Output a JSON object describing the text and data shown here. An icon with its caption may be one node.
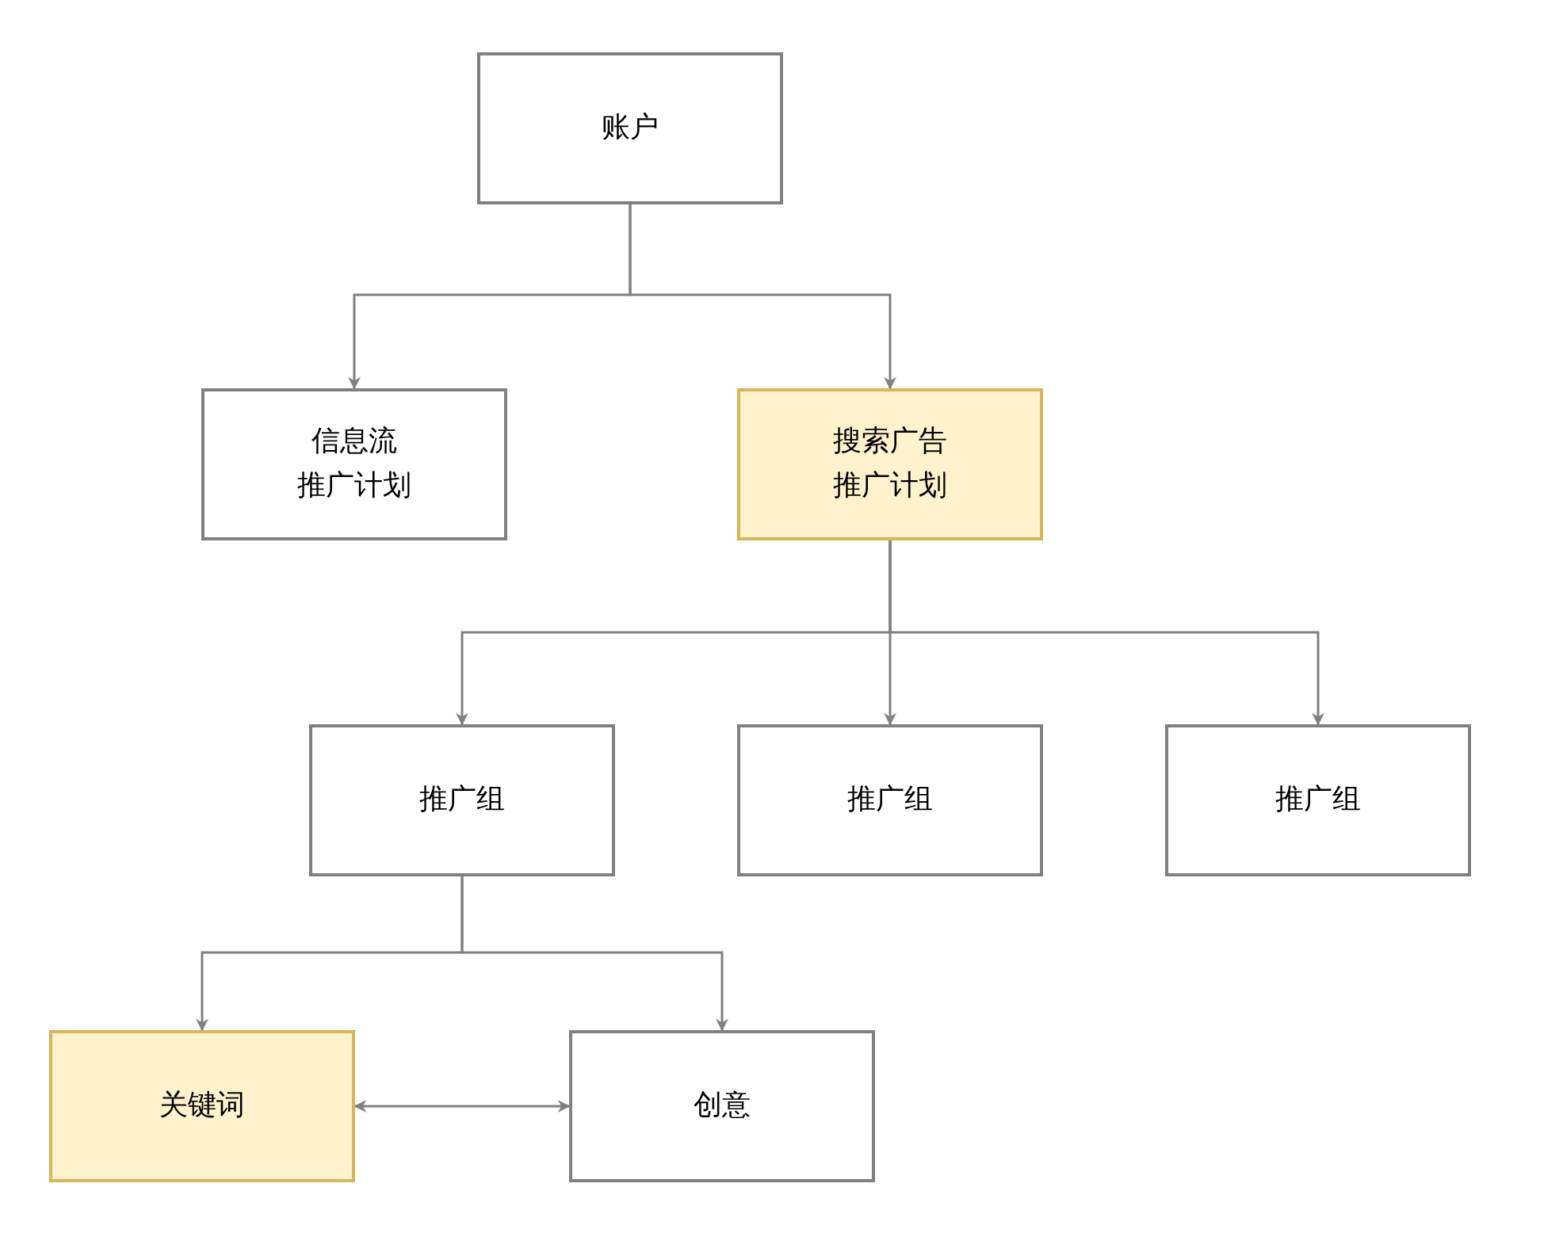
{
  "diagram": {
    "nodes": [
      {
        "text": [
          "账户"
        ]
      },
      {
        "text": [
          "信息流",
          "推广计划"
        ]
      },
      {
        "text": [
          "搜索广告",
          "推广计划"
        ]
      },
      {
        "text": [
          "推广组"
        ]
      },
      {
        "text": [
          "推广组"
        ]
      },
      {
        "text": [
          "推广组"
        ]
      },
      {
        "text": [
          "关键词"
        ]
      },
      {
        "text": [
          "创意"
        ]
      }
    ],
    "edges": [
      {
        "from": 0,
        "to": 1,
        "arrow": "to"
      },
      {
        "from": 0,
        "to": 2,
        "arrow": "to"
      },
      {
        "from": 2,
        "to": 3,
        "arrow": "to"
      },
      {
        "from": 2,
        "to": 4,
        "arrow": "to"
      },
      {
        "from": 2,
        "to": 5,
        "arrow": "to"
      },
      {
        "from": 3,
        "to": 6,
        "arrow": "to"
      },
      {
        "from": 3,
        "to": 7,
        "arrow": "to"
      },
      {
        "from": 6,
        "to": 7,
        "arrow": "both"
      }
    ]
  }
}
